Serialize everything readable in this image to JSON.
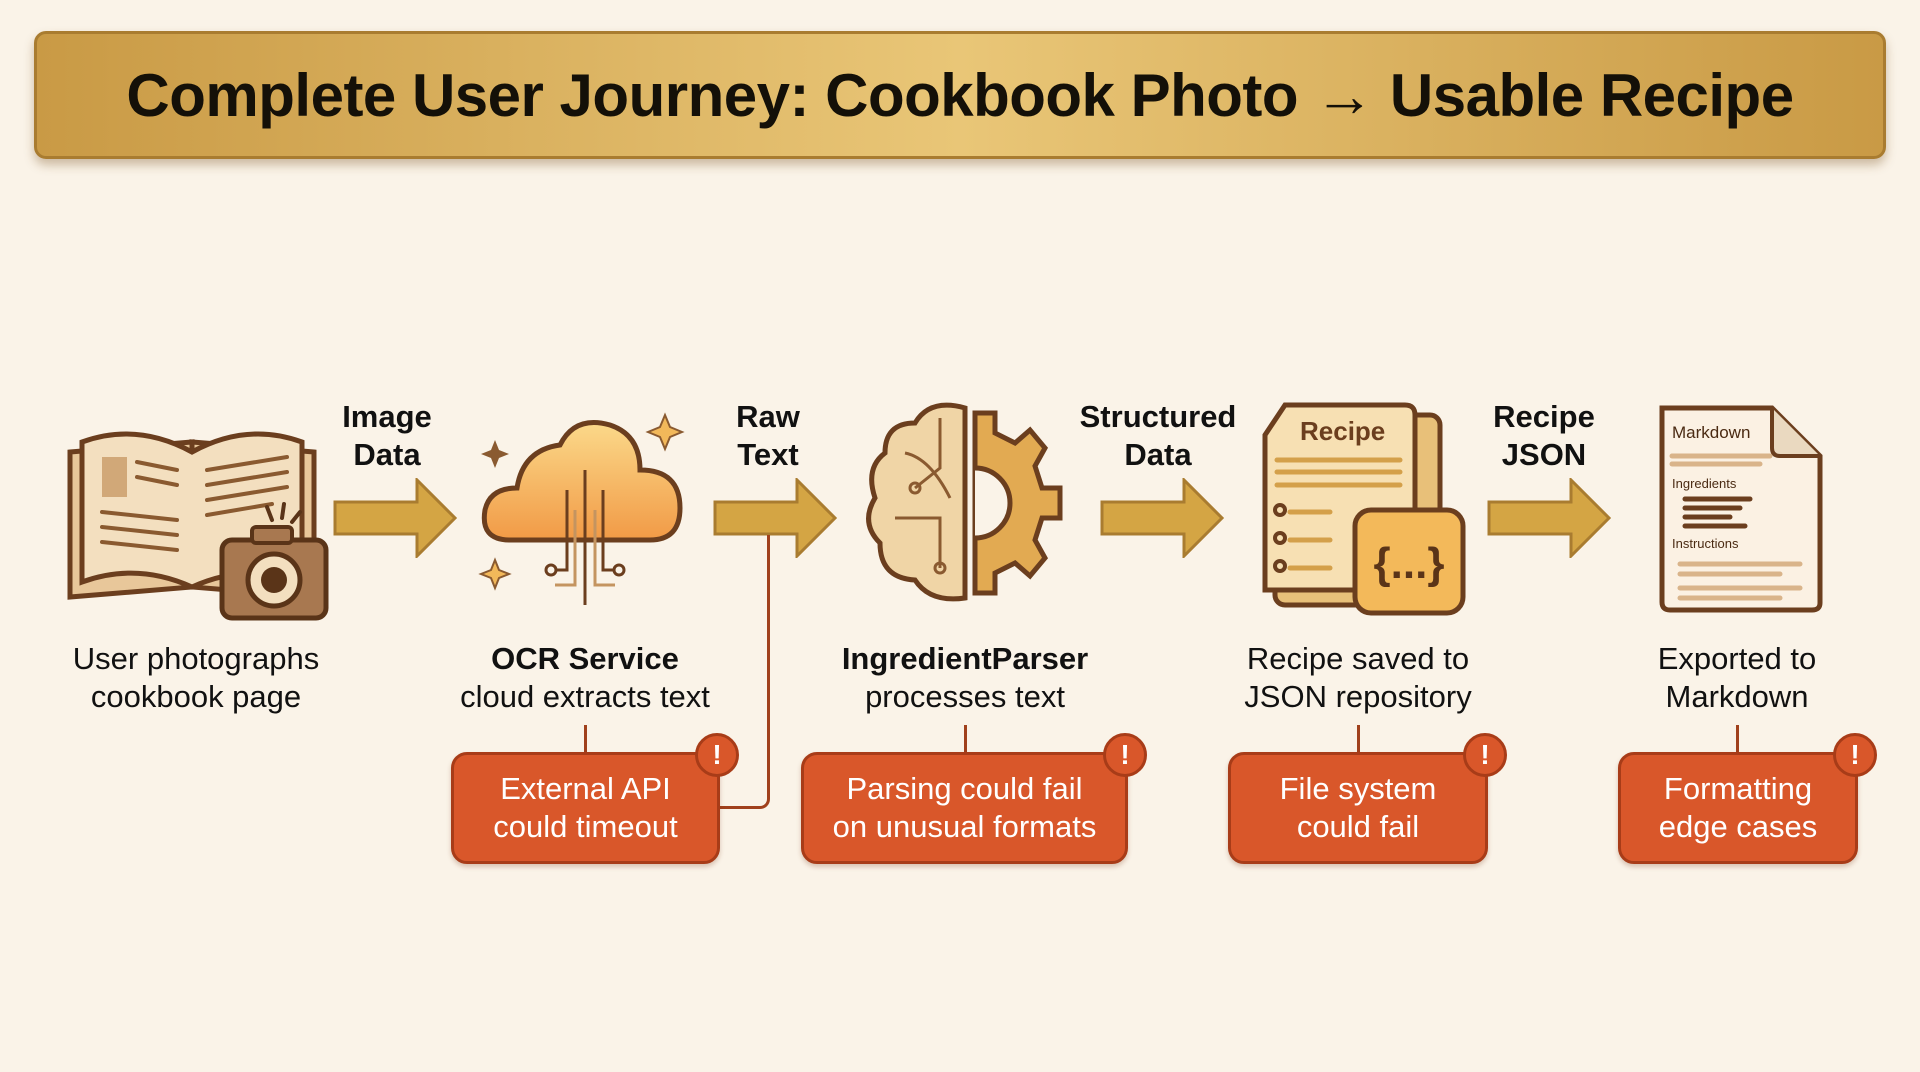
{
  "title": "Complete User Journey: Cookbook Photo → Usable Recipe",
  "steps": [
    {
      "icon": "book-camera-icon",
      "caption_bold": "",
      "caption": "User photographs",
      "caption2": "cookbook page"
    },
    {
      "icon": "cloud-ocr-icon",
      "caption_bold": "OCR Service",
      "caption": "cloud extracts text"
    },
    {
      "icon": "brain-gear-icon",
      "caption_bold": "IngredientParser",
      "caption": "processes text"
    },
    {
      "icon": "recipe-json-icon",
      "caption": "Recipe saved to",
      "caption2": "JSON repository",
      "doc_title": "Recipe",
      "badge": "{...}"
    },
    {
      "icon": "markdown-doc-icon",
      "caption": "Exported to",
      "caption2": "Markdown",
      "doc_title": "Markdown",
      "section1": "Ingredients",
      "section2": "Instructions"
    }
  ],
  "arrows": [
    {
      "line1": "Image",
      "line2": "Data"
    },
    {
      "line1": "Raw",
      "line2": "Text"
    },
    {
      "line1": "Structured",
      "line2": "Data"
    },
    {
      "line1": "Recipe",
      "line2": "JSON"
    }
  ],
  "risks": [
    {
      "line1": "External API",
      "line2": "could timeout",
      "badge": "!"
    },
    {
      "line1": "Parsing could fail",
      "line2": "on unusual formats",
      "badge": "!"
    },
    {
      "line1": "File system",
      "line2": "could fail",
      "badge": "!"
    },
    {
      "line1": "Formatting",
      "line2": "edge cases",
      "badge": "!"
    }
  ],
  "colors": {
    "background": "#faf3e8",
    "banner": "#e9c677",
    "arrow": "#d4a544",
    "risk": "#d9572a",
    "outline": "#6b3e1e"
  }
}
